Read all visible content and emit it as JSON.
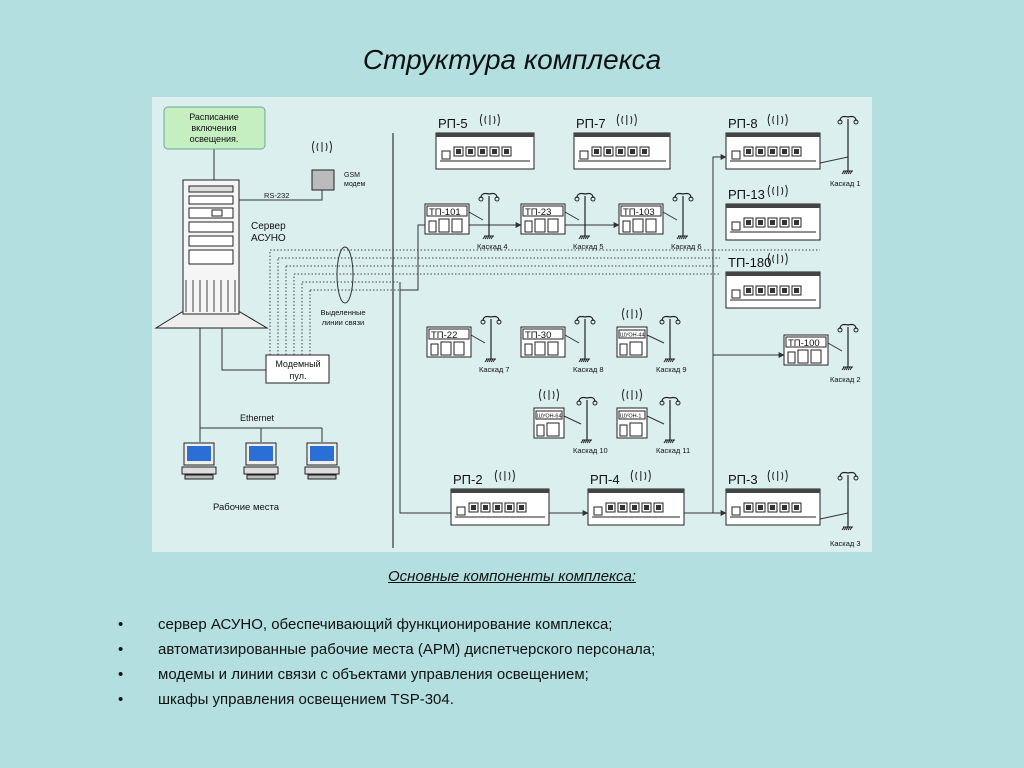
{
  "title": "Структура комплекса",
  "labels": {
    "schedule": [
      "Расписание",
      "включения",
      "освещения."
    ],
    "gsm": [
      "GSM",
      "модем"
    ],
    "rs232": "RS-232",
    "server": [
      "Сервер",
      "АСУНО"
    ],
    "lines": [
      "Выделенные",
      "линии связи"
    ],
    "modem_pool": [
      "Модемный",
      "пул."
    ],
    "ethernet": "Ethernet",
    "workplaces": "Рабочие места"
  },
  "nodes": {
    "rp5": "РП-5",
    "rp7": "РП-7",
    "rp8": "РП-8",
    "rp13": "РП-13",
    "tp180": "ТП-180",
    "tp101": "ТП-101",
    "tp23": "ТП-23",
    "tp103": "ТП-103",
    "tp22": "ТП-22",
    "tp30": "ТП-30",
    "shuon44": "ШУОН-44",
    "tp100": "ТП-100",
    "shuon64": "ШУОН-64",
    "shuon1": "ШУОН-1",
    "rp2": "РП-2",
    "rp4": "РП-4",
    "rp3": "РП-3"
  },
  "cascades": {
    "c1": "Каскад 1",
    "c2": "Каскад 2",
    "c3": "Каскад 3",
    "c4": "Каскад 4",
    "c5": "Каскад 5",
    "c6": "Каскад 6",
    "c7": "Каскад 7",
    "c8": "Каскад 8",
    "c9": "Каскад 9",
    "c10": "Каскад 10",
    "c11": "Каскад 11"
  },
  "subtitle": "Основные компоненты комплекса:",
  "bullet": "•",
  "bullets": [
    "сервер АСУНО, обеспечивающий функционирование комплекса;",
    "автоматизированные рабочие места (АРМ) диспетчерского персонала;",
    "модемы и линии связи с объектами управления освещением;",
    "шкафы управления освещением  TSP-304."
  ]
}
